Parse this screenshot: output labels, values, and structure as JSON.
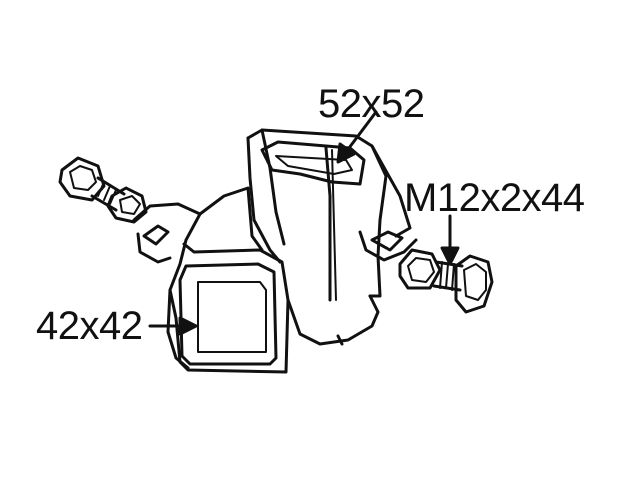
{
  "labels": {
    "tube_large": "52x52",
    "bolt": "M12x2x44",
    "tube_small": "42x42"
  },
  "colors": {
    "line": "#111111",
    "background": "#ffffff"
  }
}
